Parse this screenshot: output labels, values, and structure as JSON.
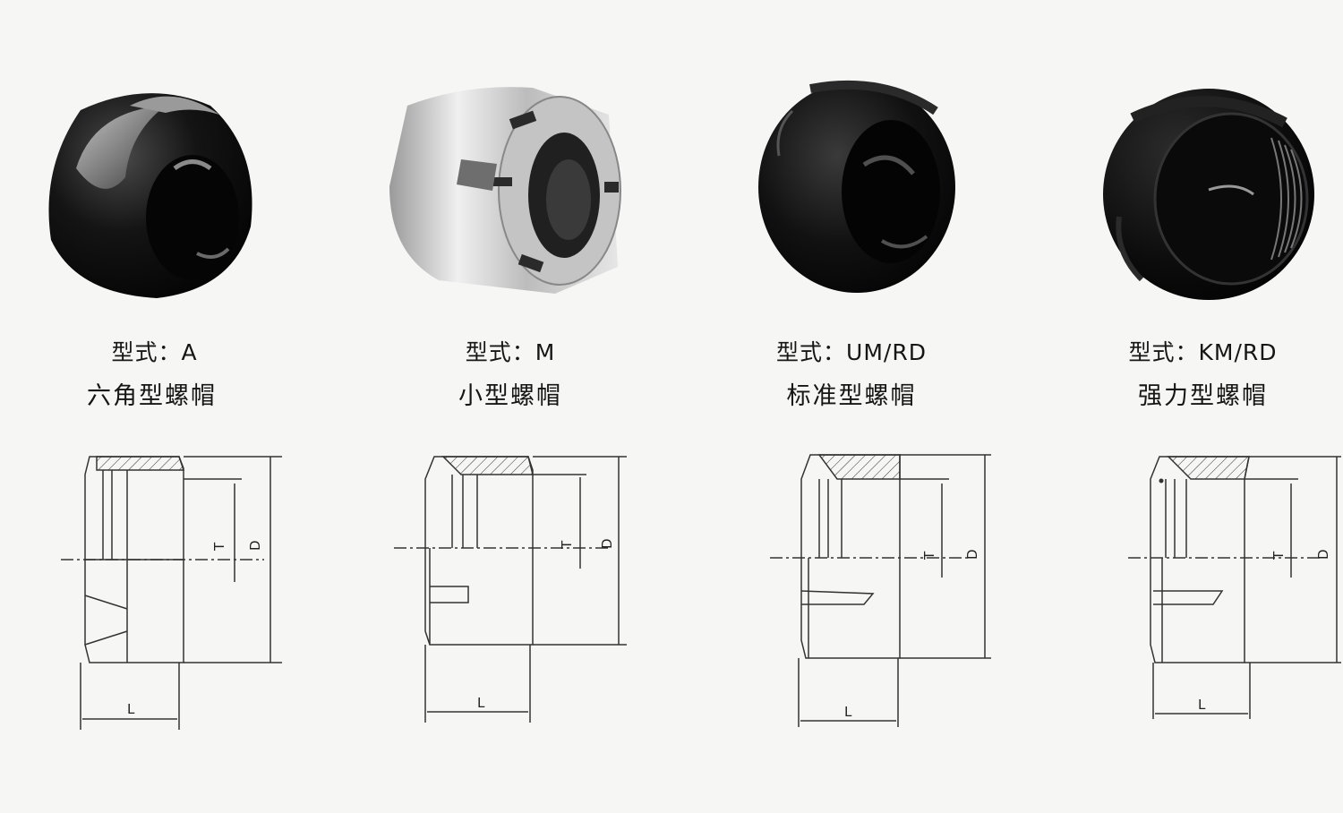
{
  "products": [
    {
      "type_prefix": "型式：",
      "type_code": "A",
      "name": "六角型螺帽",
      "photo_icon": "hex-nut-black",
      "colors": {
        "body": "#111111",
        "highlight": "#8a8a8a"
      }
    },
    {
      "type_prefix": "型式：",
      "type_code": "M",
      "name": "小型螺帽",
      "photo_icon": "slotted-nut-silver",
      "colors": {
        "body": "#c9c9c9",
        "highlight": "#f5f5f5"
      }
    },
    {
      "type_prefix": "型式：",
      "type_code": "UM/RD",
      "name": "标准型螺帽",
      "photo_icon": "round-nut-black",
      "colors": {
        "body": "#0e0e0e",
        "highlight": "#5a5a5a"
      }
    },
    {
      "type_prefix": "型式：",
      "type_code": "KM/RD",
      "name": "强力型螺帽",
      "photo_icon": "heavy-nut-black",
      "colors": {
        "body": "#0c0c0c",
        "highlight": "#666666"
      }
    }
  ],
  "dimension_labels": {
    "thread": "T",
    "diameter": "D",
    "length": "L"
  }
}
